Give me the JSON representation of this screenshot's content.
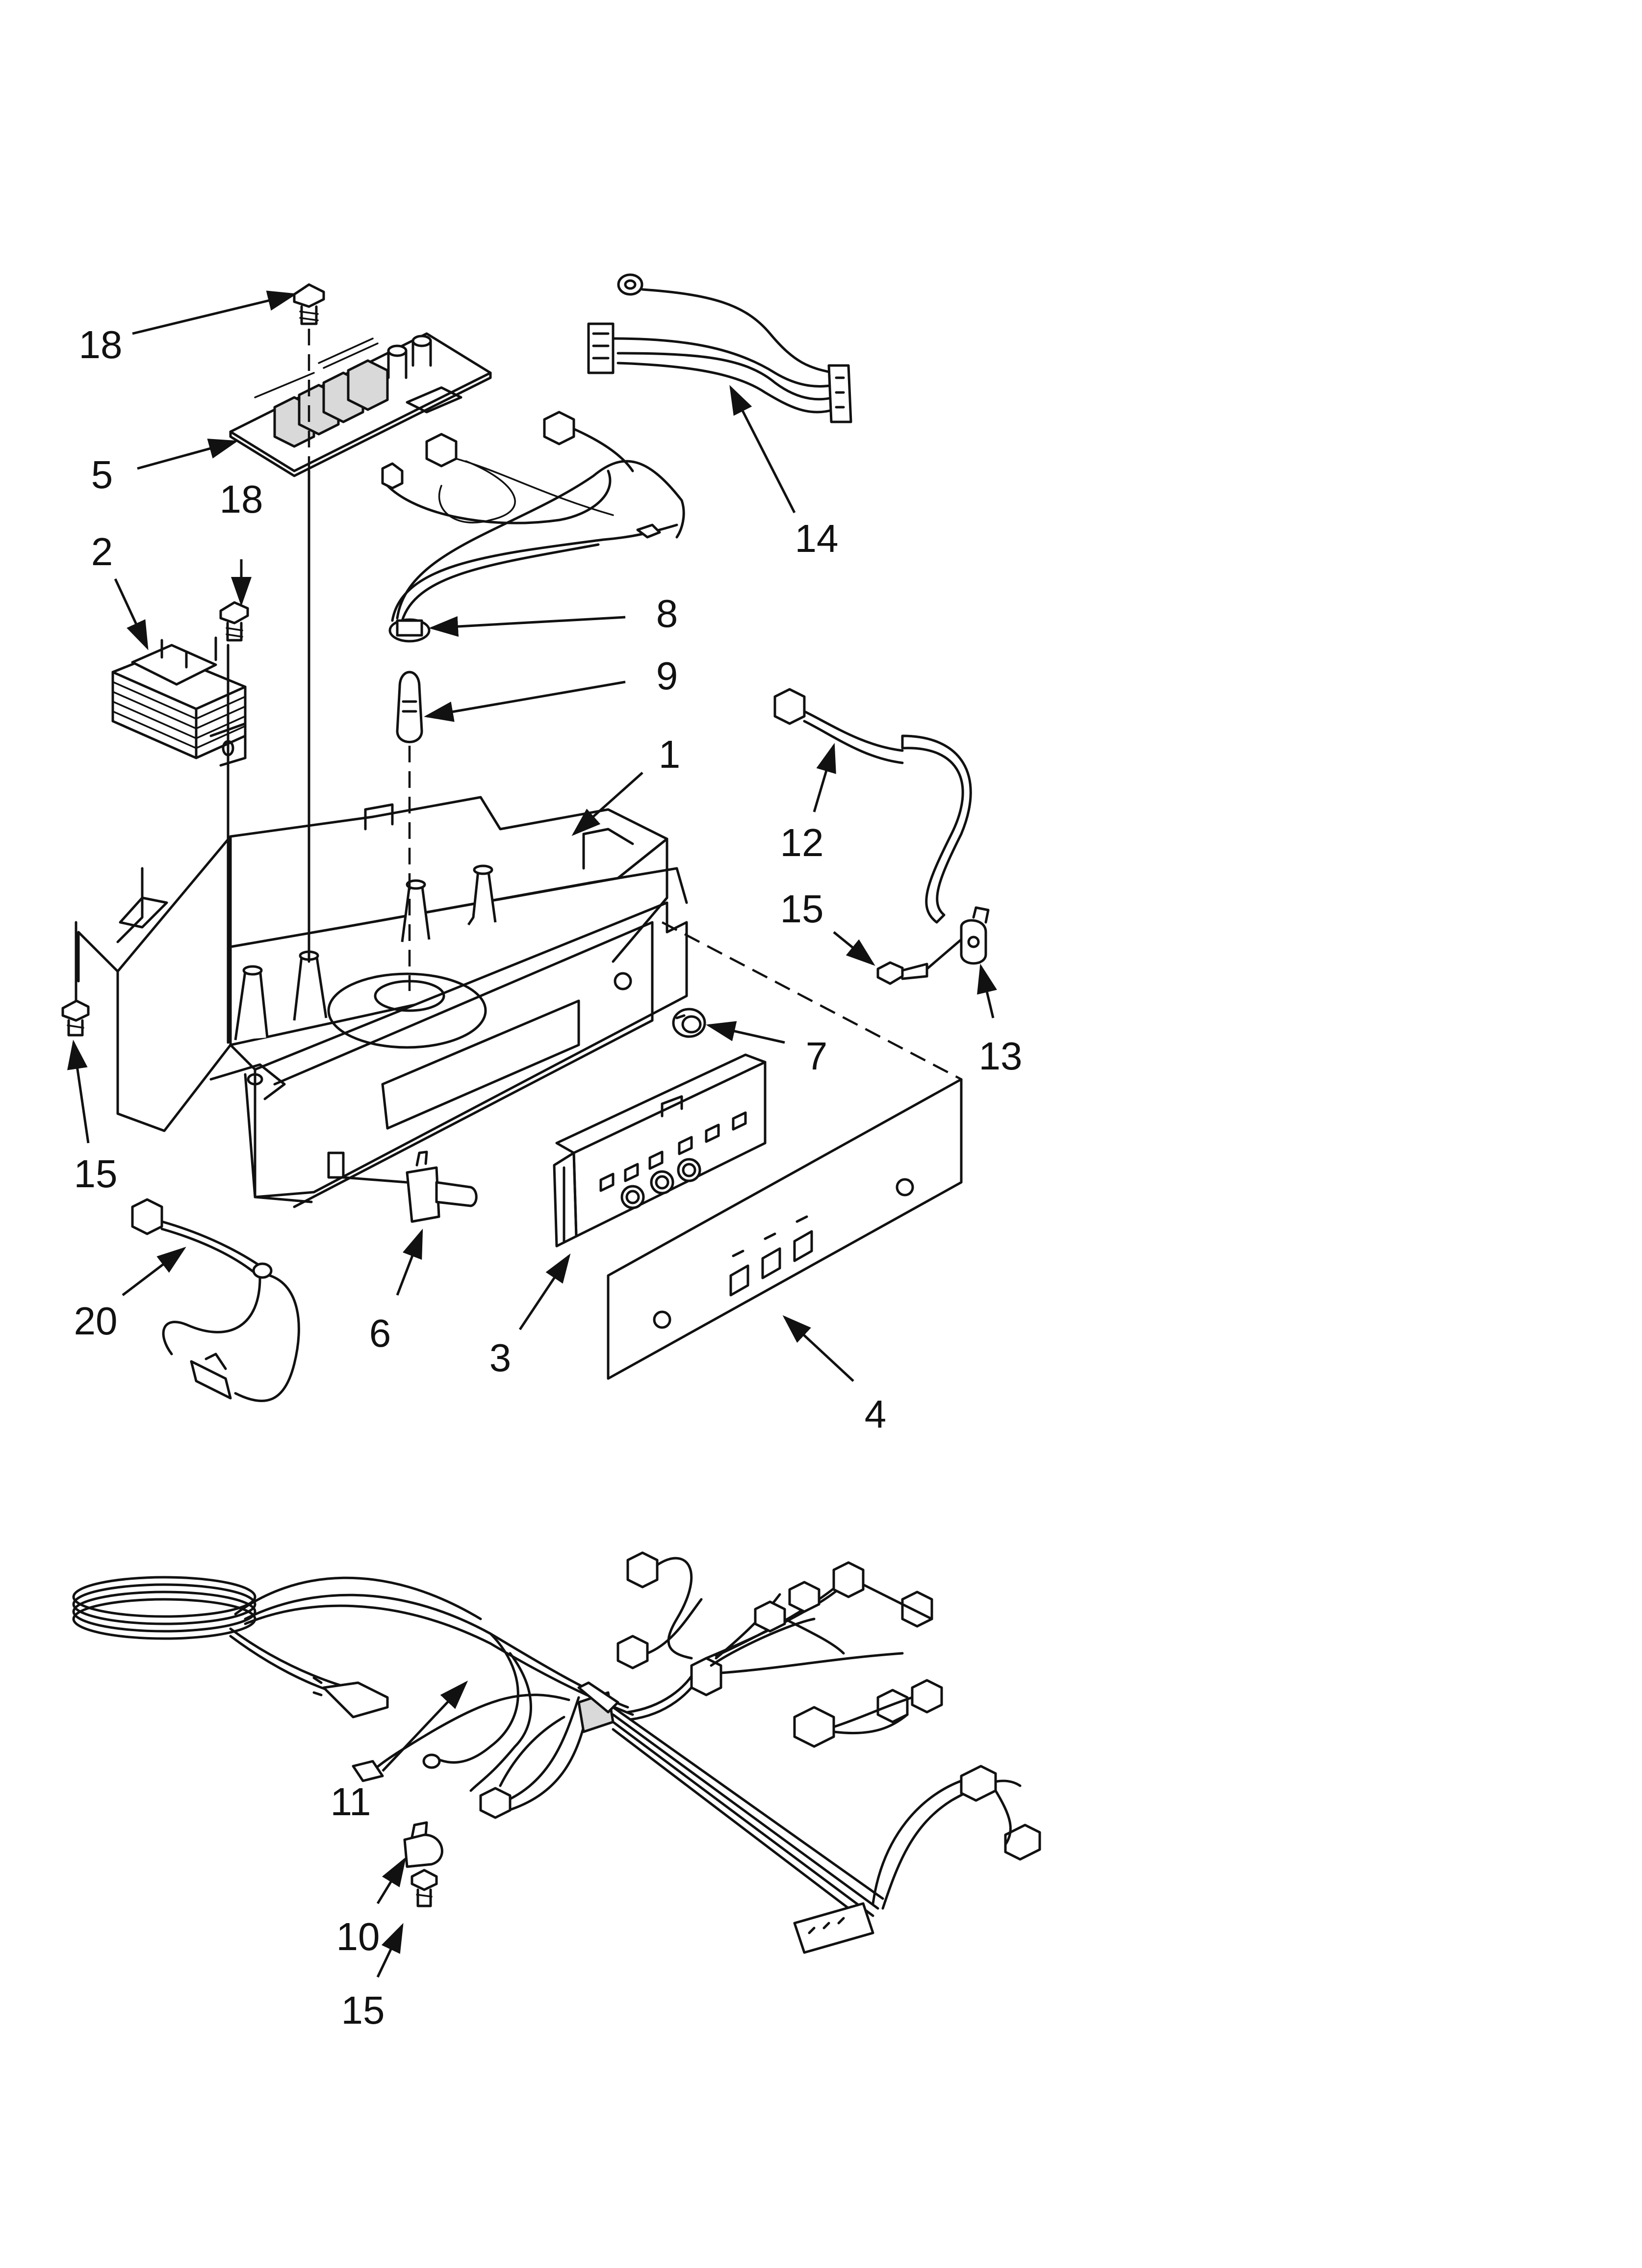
{
  "callouts": {
    "c1": "1",
    "c2": "2",
    "c3": "3",
    "c4": "4",
    "c5": "5",
    "c6": "6",
    "c7": "7",
    "c8": "8",
    "c9": "9",
    "c10": "10",
    "c11": "11",
    "c12": "12",
    "c13": "13",
    "c14": "14",
    "c15a": "15",
    "c15b": "15",
    "c15c": "15",
    "c18a": "18",
    "c18b": "18",
    "c20": "20"
  }
}
